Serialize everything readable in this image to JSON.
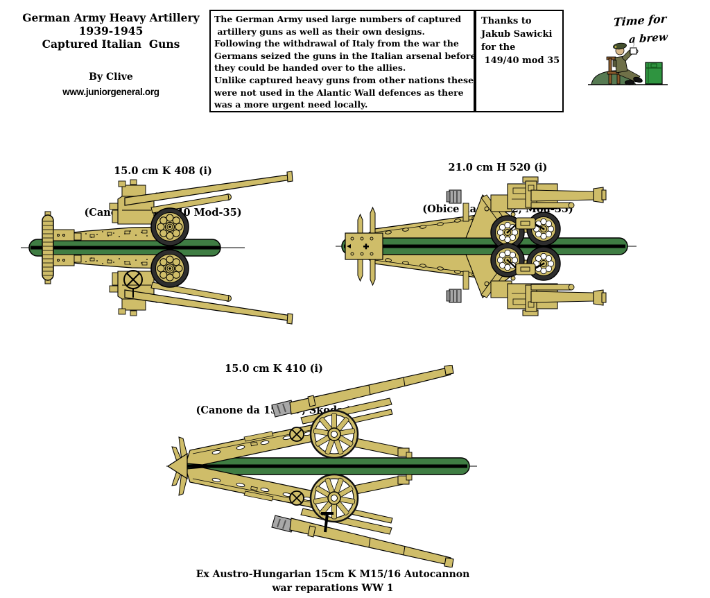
{
  "header": {
    "title_lines": [
      "German Army Heavy Artillery",
      "1939-1945",
      "Captured Italian  Guns"
    ],
    "byline": "By Clive",
    "website": "www.juniorgeneral.org",
    "description_lines": [
      "The German Army used large numbers of captured",
      " artillery guns as well as their own designs.",
      "Following the withdrawal of Italy from the war the",
      "Germans seized the guns in the Italian arsenal before",
      "they could be handed over to the allies.",
      "Unlike captured heavy guns from other nations these",
      "were not used in the Alantic Wall defences as there",
      "was a more urgent need locally."
    ],
    "thanks_lines": [
      "Thanks to",
      "Jakub Sawicki",
      "for the",
      " 149/40 mod 35"
    ],
    "brew_caption_line1": "Time for",
    "brew_caption_line2": "a brew"
  },
  "guns": [
    {
      "name_line1": "15.0 cm K 408 (i)",
      "name_line2": "(Canone da 149/40 Mod-35)"
    },
    {
      "name_line1": "21.0 cm H 520 (i)",
      "name_line2": "(Obice da 210/22, Mod-35)"
    },
    {
      "name_line1": "15.0 cm K 410 (i)",
      "name_line2": "(Canone da 152/37, Skoda )"
    }
  ],
  "footer": {
    "line1": "Ex Austro-Hungarian 15cm K M15/16 Autocannon",
    "line2": "war reparations WW 1"
  },
  "colors": {
    "tan": "#cfbd69",
    "tan-dark": "#b9a756",
    "green": "#3f7d43",
    "tire": "#2e2e2e",
    "gray": "#a8a8a8",
    "crate": "#2f9440",
    "mound": "#567a52",
    "chair": "#8a5a2b",
    "uniform": "#6f7048",
    "face": "#d9b98a",
    "beret": "#44502e"
  }
}
